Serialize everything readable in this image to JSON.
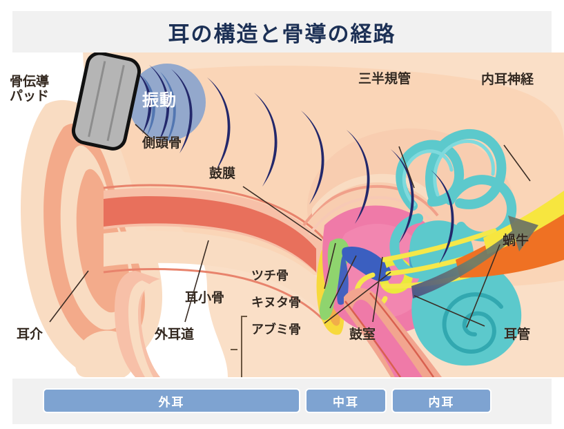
{
  "title": "耳の構造と骨導の経路",
  "colors": {
    "title_text": "#1c3055",
    "band_bg": "#f1f1f1",
    "legend_bar": "#7ea3d1",
    "vibration_arc": "#23286b",
    "vibration_halo": "#7f9ac9",
    "inner_ear": "#5cc9cc",
    "tympanic_cavity": "#ef7aa8",
    "eardrum": "#f7d93c",
    "malleus": "#8fd46e",
    "incus": "#3b5fc0",
    "stapes": "#eaea3c",
    "ear_canal": "#e8705c",
    "skin": "#f7d8be",
    "pad_body": "#b0b0b0"
  },
  "labels": {
    "bone_conduction_pad_line1": "骨伝導",
    "bone_conduction_pad_line2": "パッド",
    "vibration": "振動",
    "temporal_bone": "側頭骨",
    "semicircular_canals": "三半規管",
    "inner_ear_nerve": "内耳神経",
    "eardrum": "鼓膜",
    "cochlea": "蝸牛",
    "auricle": "耳介",
    "ear_canal": "外耳道",
    "ossicles": "耳小骨",
    "malleus": "ツチ骨",
    "incus": "キヌタ骨",
    "stapes": "アブミ骨",
    "tympanic_cavity": "鼓室",
    "eustachian_tube": "耳管"
  },
  "legend": {
    "outer_ear": "外耳",
    "middle_ear": "中耳",
    "inner_ear": "内耳"
  }
}
